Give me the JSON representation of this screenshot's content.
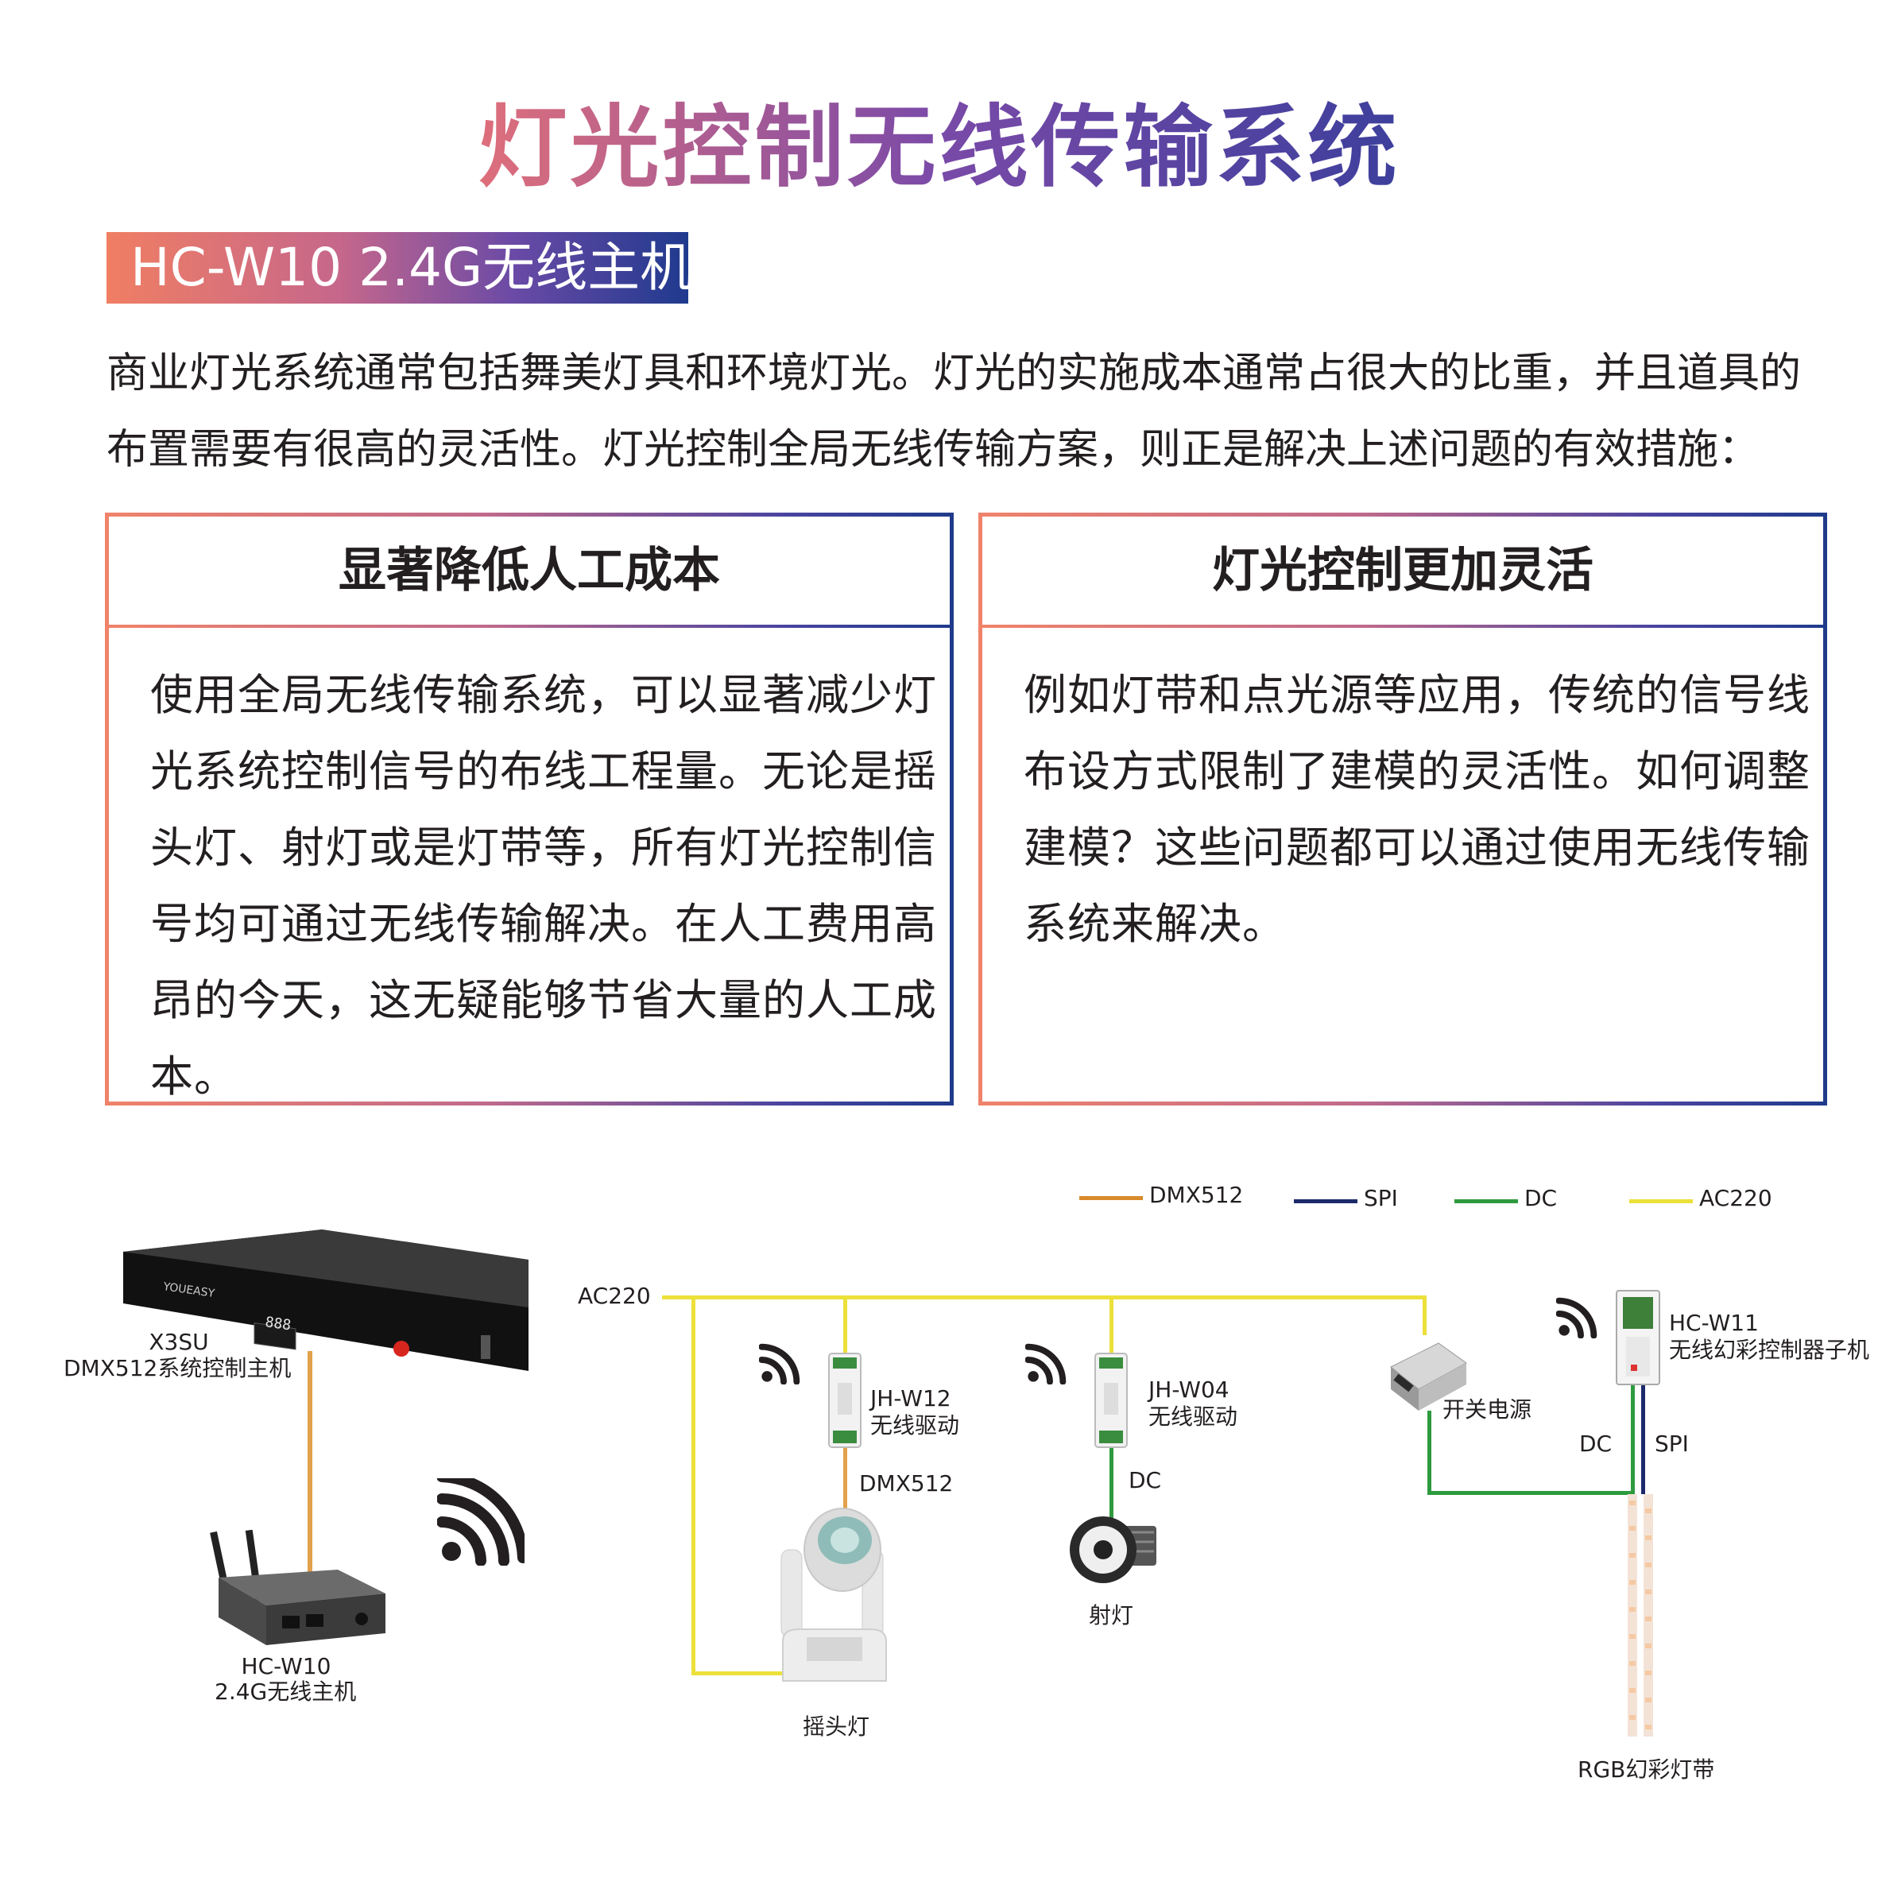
{
  "title": "灯光控制无线传输系统",
  "subtitle": "HC-W10 2.4G无线主机",
  "intro_lines": [
    "商业灯光系统通常包括舞美灯具和环境灯光。灯光的实施成本通常占很大的比重，并且道具的",
    "布置需要有很高的灵活性。灯光控制全局无线传输方案，则正是解决上述问题的有效措施："
  ],
  "cards": [
    {
      "title": "显著降低人工成本",
      "lines": [
        "使用全局无线传输系统，可以显著减少灯",
        "光系统控制信号的布线工程量。无论是摇",
        "头灯、射灯或是灯带等，所有灯光控制信",
        "号均可通过无线传输解决。在人工费用高",
        "昂的今天，这无疑能够节省大量的人工成",
        "本。"
      ]
    },
    {
      "title": "灯光控制更加灵活",
      "lines": [
        "例如灯带和点光源等应用，传统的信号线",
        "布设方式限制了建模的灵活性。如何调整",
        "建模？这些问题都可以通过使用无线传输",
        "系统来解决。"
      ]
    }
  ],
  "legend": [
    {
      "label": "DMX512",
      "color": "#d98a2b"
    },
    {
      "label": "SPI",
      "color": "#1c2a6b"
    },
    {
      "label": "DC",
      "color": "#2e9a3e"
    },
    {
      "label": "AC220",
      "color": "#ece03a"
    }
  ],
  "diagram": {
    "x3su_model": "X3SU",
    "x3su_name": "DMX512系统控制主机",
    "hcw10_model": "HC-W10",
    "hcw10_name": "2.4G无线主机",
    "ac220_label": "AC220",
    "jhw12_model": "JH-W12",
    "jhw12_name": "无线驱动",
    "jhw04_model": "JH-W04",
    "jhw04_name": "无线驱动",
    "dmx_label": "DMX512",
    "dc_label_spot": "DC",
    "moving_head_name": "摇头灯",
    "spotlight_name": "射灯",
    "psu_name": "开关电源",
    "hcw11_model": "HC-W11",
    "hcw11_name": "无线幻彩控制器子机",
    "dc_label_strip": "DC",
    "spi_label": "SPI",
    "strip_name": "RGB幻彩灯带",
    "device_brand": "YOUEASY",
    "device_seg_display": "888"
  }
}
